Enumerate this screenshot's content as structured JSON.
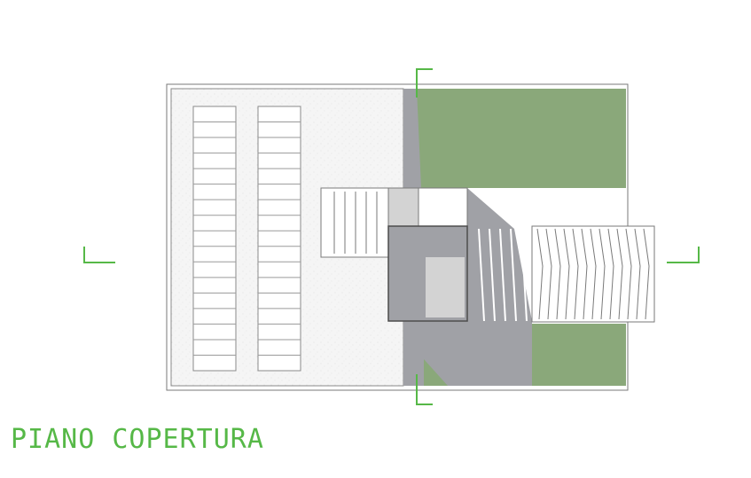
{
  "drawing": {
    "title": "PIANO COPERTURA"
  },
  "colors": {
    "green": "#56b847",
    "roof_green": "#8aa87a",
    "shadow": "#a0a1a6",
    "light_gray": "#d3d3d3",
    "line": "#7a7a7a",
    "gravel": "#f4f4f4"
  },
  "solar_panels": {
    "rows_per_array": 17
  },
  "pergola": {
    "slats": 13
  }
}
